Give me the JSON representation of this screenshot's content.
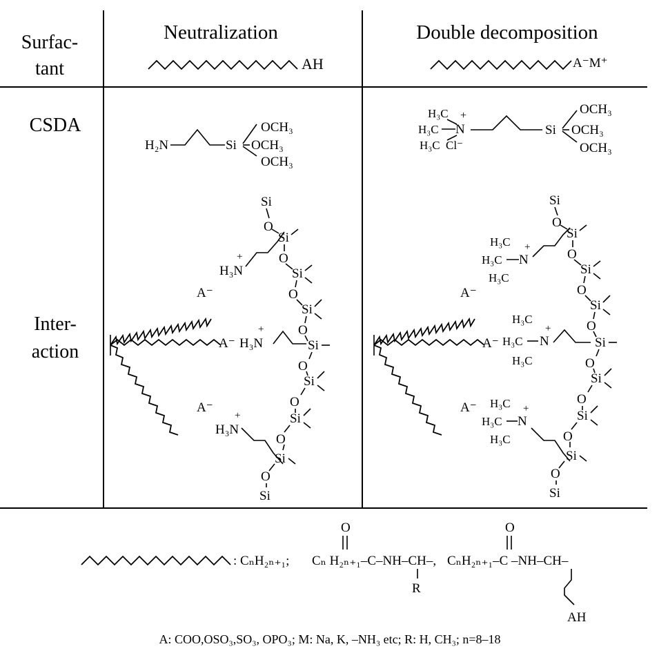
{
  "header": {
    "surfactant_line1": "Surfac-",
    "surfactant_line2": "tant",
    "neutralization_title": "Neutralization",
    "double_title": "Double decomposition",
    "neutralization_group": "AH",
    "double_group": "A⁻M⁺"
  },
  "csda": {
    "label": "CSDA",
    "left": {
      "amine": "H₂N",
      "si": "Si",
      "och3_top": "OCH₃",
      "och3_mid": "OCH₃",
      "och3_bot": "OCH₃"
    },
    "right": {
      "h3c_top": "H₃C",
      "h3c_mid": "H₃C",
      "n_plus": "N",
      "plus": "+",
      "h3c_bot": "H₃C",
      "cl": "Cl⁻",
      "si": "Si",
      "och3_top": "OCH₃",
      "och3_mid": "OCH₃",
      "och3_bot": "OCH₃"
    }
  },
  "interaction": {
    "label_line1": "Inter-",
    "label_line2": "action",
    "anion": "A⁻",
    "h3n": "H₃N",
    "si": "Si",
    "o": "O",
    "h3c": "H₃C",
    "n": "N",
    "plus": "+"
  },
  "footer": {
    "chain_def": ": CₙH₂ₙ₊₁; ",
    "second": "Cₙ H₂ₙ₊₁–C–NH–CH–,",
    "third": "CₙH₂ₙ₊₁–C –NH–CH–",
    "o_label": "O",
    "r_label": "R",
    "ah_label": "AH",
    "legend": "A: COO,OSO₃,SO₃, OPO₃;    M: Na, K, –NH₃ etc;    R: H, CH₃;   n=8–18"
  }
}
